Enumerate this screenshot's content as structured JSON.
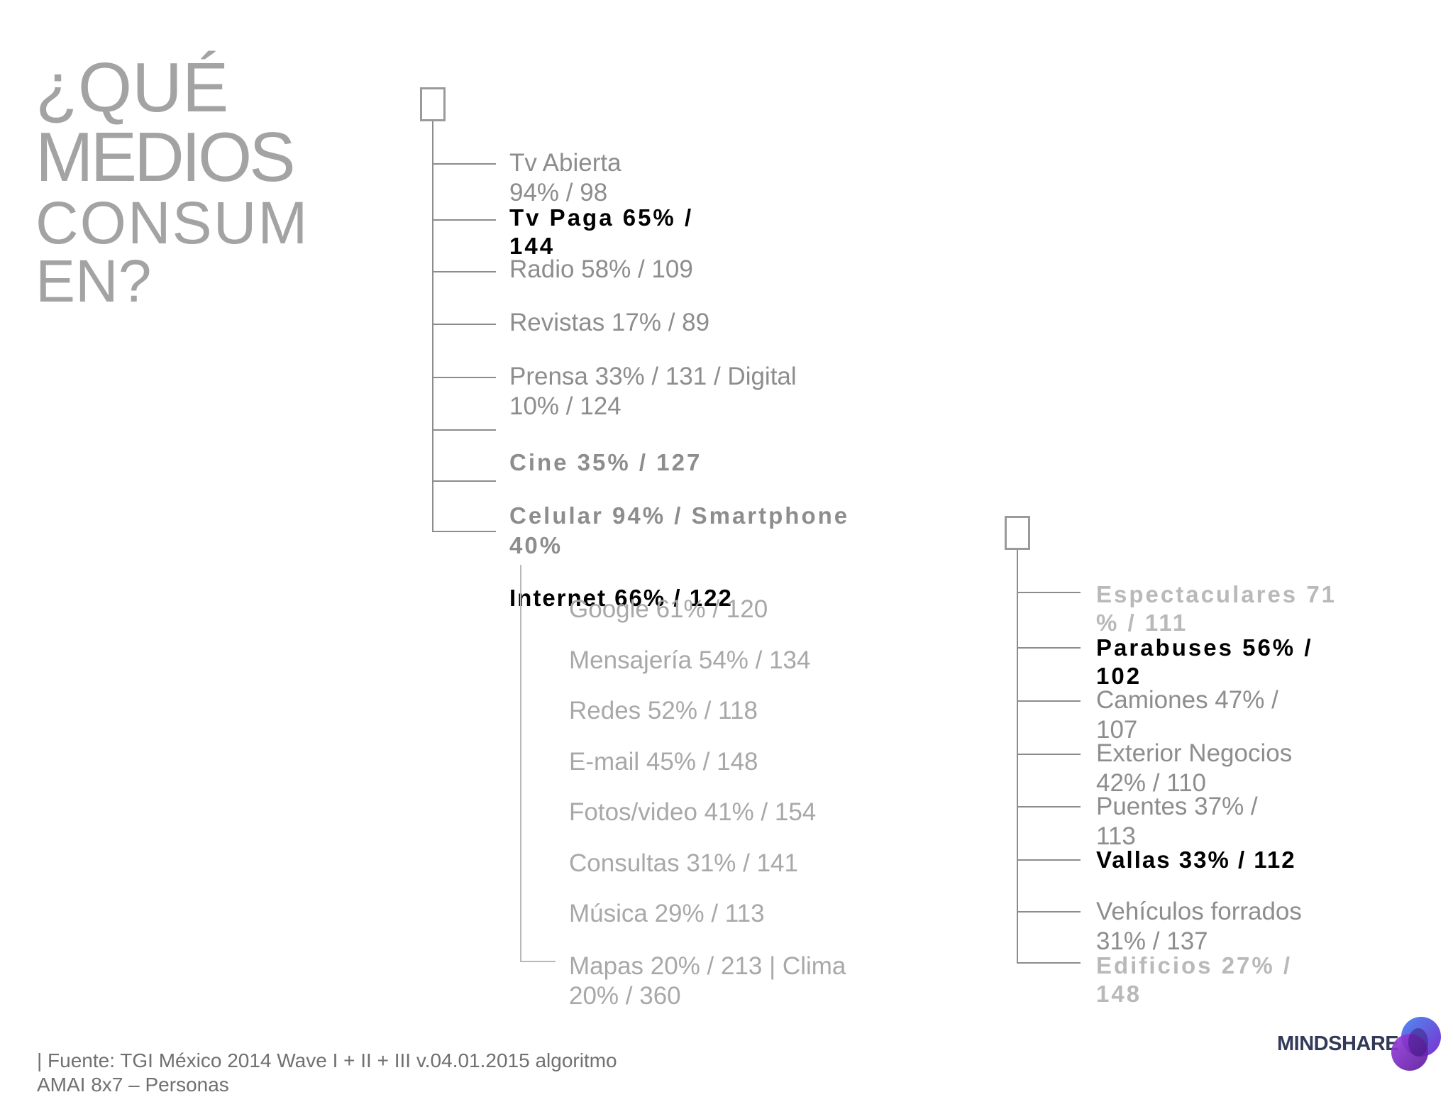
{
  "title": {
    "lines": [
      "¿QUÉ",
      "MEDIOS",
      "CONSUM",
      "EN?"
    ]
  },
  "group_main": {
    "items": [
      {
        "text": "Tv Abierta 94% / 98"
      },
      {
        "text": "Tv Paga 65% / 144"
      },
      {
        "text": "Radio 58% / 109"
      },
      {
        "text": "Revistas 17% / 89"
      },
      {
        "text": "Prensa 33% / 131 / Digital 10% / 124"
      },
      {
        "text": "Cine 35% / 127"
      },
      {
        "text": "Celular 94% / Smartphone 40%"
      },
      {
        "text": "Internet 66% / 122"
      }
    ]
  },
  "group_internet": {
    "items": [
      {
        "text": "Google 61% / 120"
      },
      {
        "text": "Mensajería 54% / 134"
      },
      {
        "text": "Redes 52% / 118"
      },
      {
        "text": "E-mail 45% / 148"
      },
      {
        "text": "Fotos/video 41% / 154"
      },
      {
        "text": "Consultas 31% / 141"
      },
      {
        "text": "Música 29% / 113"
      },
      {
        "text": "Mapas 20% / 213  |  Clima 20% / 360"
      }
    ]
  },
  "group_exterior": {
    "items": [
      {
        "text": "Espectaculares 71 % / 111"
      },
      {
        "text": "Parabuses 56% / 102"
      },
      {
        "text": "Camiones 47% / 107"
      },
      {
        "text": "Exterior Negocios 42% / 110"
      },
      {
        "text": "Puentes 37% / 113"
      },
      {
        "text": "Vallas 33% / 112"
      },
      {
        "text": "Vehículos forrados 31% / 137"
      },
      {
        "text": "Edificios 27% / 148"
      }
    ]
  },
  "footer": {
    "line1": "|  Fuente: TGI México 2014 Wave I + II + III v.04.01.2015 algoritmo",
    "line2": "AMAI 8x7 – Personas"
  },
  "logo": {
    "text": "MINDSHARE"
  },
  "colors": {
    "title": "#a3a3a3",
    "text_gray": "#8d8d8d",
    "highlight": "#000000",
    "logo_purple": "#7b2fd0"
  }
}
